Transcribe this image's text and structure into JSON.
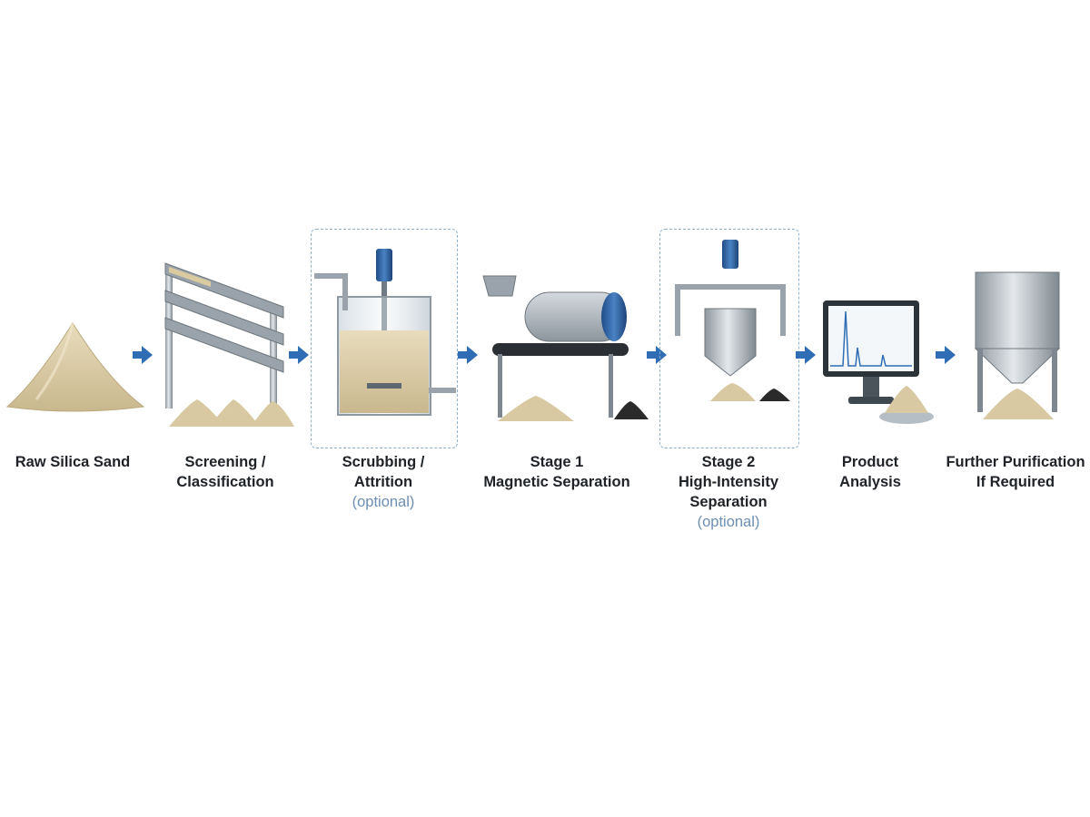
{
  "steps": [
    {
      "line1": "Raw Silica Sand",
      "line2": "",
      "optional": ""
    },
    {
      "line1": "Screening /",
      "line2": "Classification",
      "optional": ""
    },
    {
      "line1": "Scrubbing /",
      "line2": "Attrition",
      "optional": "(optional)"
    },
    {
      "line1": "Stage 1",
      "line2": "Magnetic Separation",
      "optional": ""
    },
    {
      "line1": "Stage 2",
      "line2": "High-Intensity",
      "line3": "Separation",
      "optional": "(optional)"
    },
    {
      "line1": "Product",
      "line2": "Analysis",
      "optional": ""
    },
    {
      "line1": "Further Purification",
      "line2": "If Required",
      "optional": ""
    }
  ],
  "icons": {
    "step1": "sand-pile-icon",
    "step2": "vibrating-screen-icon",
    "step3": "attrition-tank-icon",
    "step4": "magnetic-drum-separator-icon",
    "step5": "high-intensity-separator-icon",
    "step6": "analysis-monitor-icon",
    "step7": "silo-icon",
    "arrow": "arrow-right-icon"
  },
  "colors": {
    "arrow": "#2f6db5",
    "dashed_border": "#8fb0cf",
    "optional_text": "#6d8fb3",
    "sand": "#d8c9a3",
    "steel": "#a9b2ba",
    "motor": "#2c5d9a"
  }
}
